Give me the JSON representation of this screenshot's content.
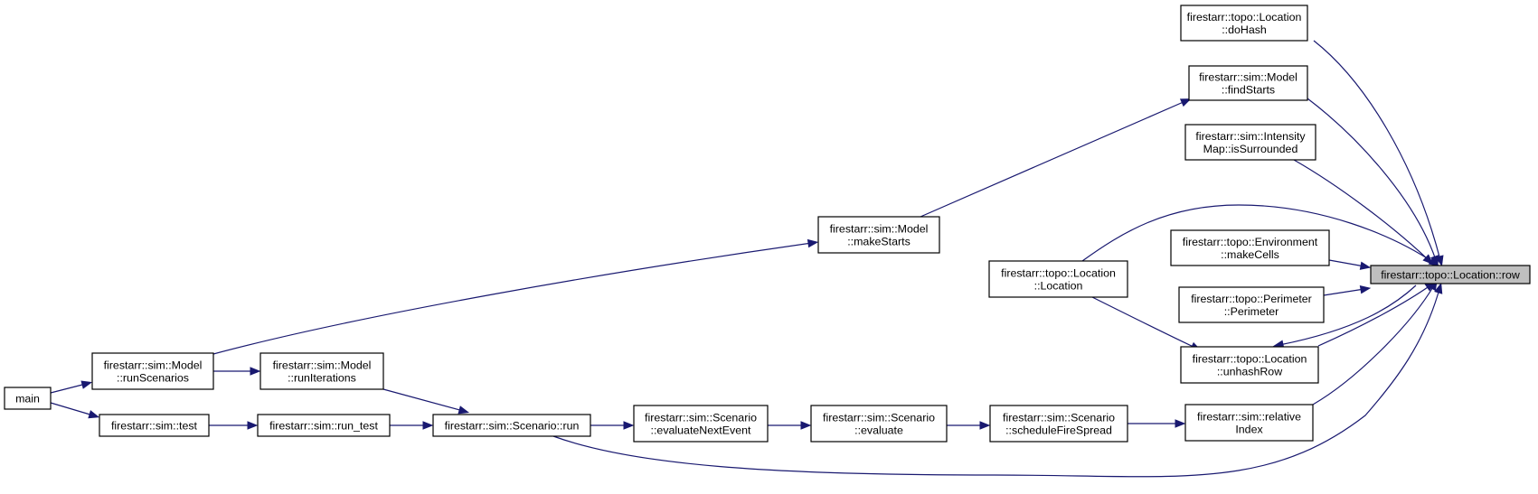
{
  "title": "",
  "colors": {
    "edge": "#191970",
    "node_fill": "#ffffff",
    "root_fill": "#bfbfbf",
    "border": "#000000"
  },
  "nodes": {
    "row": {
      "lines": [
        "firestarr::topo::Location::row"
      ]
    },
    "doHash": {
      "lines": [
        "firestarr::topo::Location",
        "::doHash"
      ]
    },
    "findStarts": {
      "lines": [
        "firestarr::sim::Model",
        "::findStarts"
      ]
    },
    "isSurrounded": {
      "lines": [
        "firestarr::sim::Intensity",
        "Map::isSurrounded"
      ]
    },
    "makeStarts": {
      "lines": [
        "firestarr::sim::Model",
        "::makeStarts"
      ]
    },
    "makeCells": {
      "lines": [
        "firestarr::topo::Environment",
        "::makeCells"
      ]
    },
    "Location": {
      "lines": [
        "firestarr::topo::Location",
        "::Location"
      ]
    },
    "Perimeter": {
      "lines": [
        "firestarr::topo::Perimeter",
        "::Perimeter"
      ]
    },
    "unhashRow": {
      "lines": [
        "firestarr::topo::Location",
        "::unhashRow"
      ]
    },
    "relativeIndex": {
      "lines": [
        "firestarr::sim::relative",
        "Index"
      ]
    },
    "main": {
      "lines": [
        "main"
      ]
    },
    "runScenarios": {
      "lines": [
        "firestarr::sim::Model",
        "::runScenarios"
      ]
    },
    "runIterations": {
      "lines": [
        "firestarr::sim::Model",
        "::runIterations"
      ]
    },
    "test": {
      "lines": [
        "firestarr::sim::test"
      ]
    },
    "run_test": {
      "lines": [
        "firestarr::sim::run_test"
      ]
    },
    "scenarioRun": {
      "lines": [
        "firestarr::sim::Scenario::run"
      ]
    },
    "evaluateNextEvent": {
      "lines": [
        "firestarr::sim::Scenario",
        "::evaluateNextEvent"
      ]
    },
    "evaluate": {
      "lines": [
        "firestarr::sim::Scenario",
        "::evaluate"
      ]
    },
    "scheduleFireSpread": {
      "lines": [
        "firestarr::sim::Scenario",
        "::scheduleFireSpread"
      ]
    }
  },
  "edges": [
    {
      "from": "main",
      "to": "runScenarios"
    },
    {
      "from": "main",
      "to": "test"
    },
    {
      "from": "runScenarios",
      "to": "makeStarts"
    },
    {
      "from": "runScenarios",
      "to": "runIterations"
    },
    {
      "from": "test",
      "to": "run_test"
    },
    {
      "from": "run_test",
      "to": "scenarioRun"
    },
    {
      "from": "runIterations",
      "to": "scenarioRun"
    },
    {
      "from": "scenarioRun",
      "to": "evaluateNextEvent"
    },
    {
      "from": "scenarioRun",
      "to": "row"
    },
    {
      "from": "evaluateNextEvent",
      "to": "evaluate"
    },
    {
      "from": "evaluate",
      "to": "scheduleFireSpread"
    },
    {
      "from": "scheduleFireSpread",
      "to": "relativeIndex"
    },
    {
      "from": "makeStarts",
      "to": "findStarts"
    },
    {
      "from": "Location",
      "to": "row"
    },
    {
      "from": "Location",
      "to": "unhashRow"
    },
    {
      "from": "doHash",
      "to": "row"
    },
    {
      "from": "findStarts",
      "to": "row"
    },
    {
      "from": "isSurrounded",
      "to": "row"
    },
    {
      "from": "makeCells",
      "to": "row"
    },
    {
      "from": "Perimeter",
      "to": "row"
    },
    {
      "from": "unhashRow",
      "to": "row"
    },
    {
      "from": "row",
      "to": "unhashRow"
    },
    {
      "from": "relativeIndex",
      "to": "row"
    }
  ]
}
